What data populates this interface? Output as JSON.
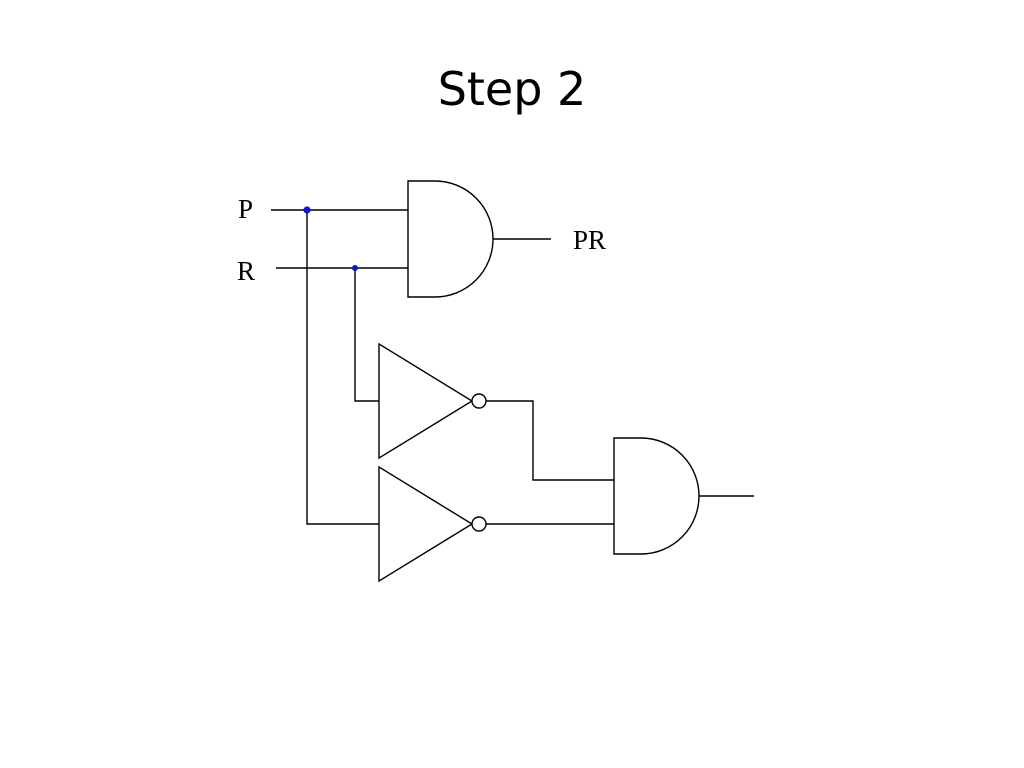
{
  "slide": {
    "title": "Step 2"
  },
  "diagram": {
    "inputs": {
      "p": "P",
      "r": "R"
    },
    "outputs": {
      "and_top": "PR"
    },
    "junction_color": "#1212d0",
    "line_color": "#000000"
  }
}
